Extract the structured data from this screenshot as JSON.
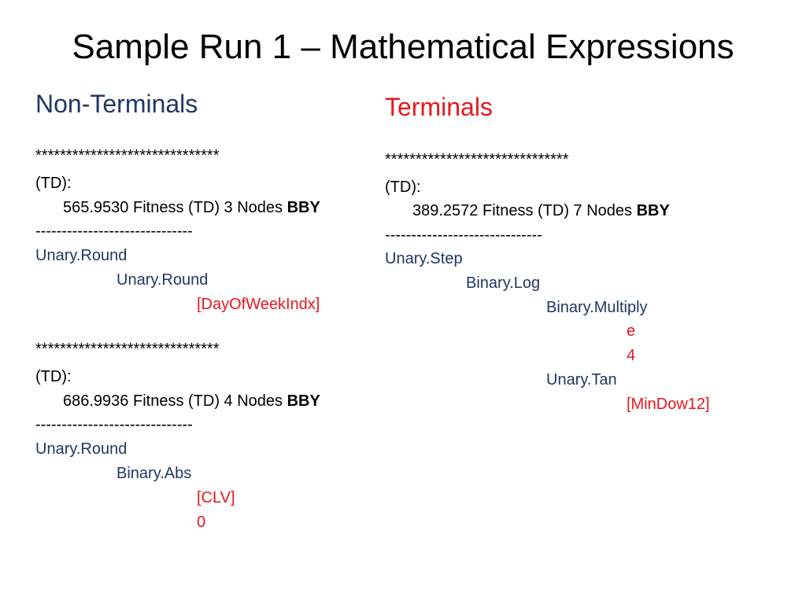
{
  "title": "Sample Run 1 – Mathematical Expressions",
  "left": {
    "heading": "Non-Terminals",
    "blocks": [
      {
        "stars": "******************************",
        "td_label": "(TD):",
        "fitness_text": "565.9530 Fitness (TD) 3 Nodes ",
        "tag": "BBY",
        "dashes": "------------------------------",
        "tree": [
          "Unary.Round",
          "Unary.Round",
          "[DayOfWeekIndx]"
        ]
      },
      {
        "stars": "******************************",
        "td_label": "(TD):",
        "fitness_text": "686.9936 Fitness (TD) 4 Nodes ",
        "tag": "BBY",
        "dashes": "------------------------------",
        "tree": [
          "Unary.Round",
          "Binary.Abs",
          "[CLV]",
          "0"
        ]
      }
    ]
  },
  "right": {
    "heading": "Terminals",
    "blocks": [
      {
        "stars": "******************************",
        "td_label": "(TD):",
        "fitness_text": "389.2572 Fitness (TD) 7 Nodes ",
        "tag": "BBY",
        "dashes": "------------------------------",
        "tree": [
          "Unary.Step",
          "Binary.Log",
          "Binary.Multiply",
          "e",
          "4",
          "Unary.Tan",
          "[MinDow12]"
        ]
      }
    ]
  },
  "colors": {
    "node": "#1f3864",
    "terminal": "#e8161b",
    "text": "#000000"
  }
}
